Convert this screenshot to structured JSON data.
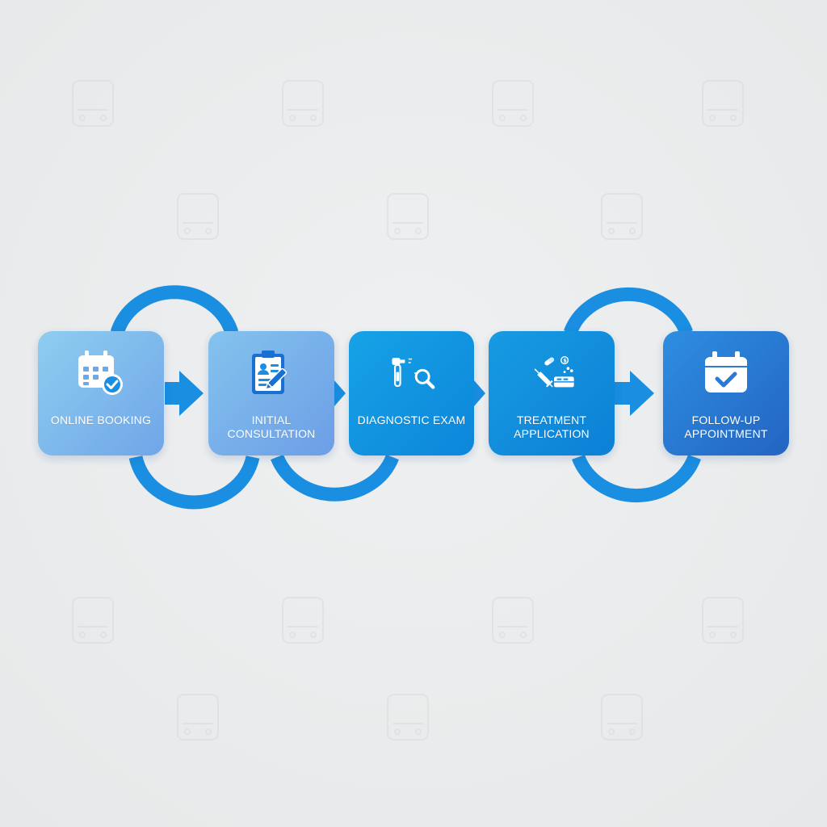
{
  "diagram": {
    "steps": [
      {
        "label": "ONLINE BOOKING",
        "icon": "calendar-check-icon"
      },
      {
        "label": "INITIAL CONSULTATION",
        "icon": "clipboard-pen-icon"
      },
      {
        "label": "DIAGNOSTIC EXAM",
        "icon": "otoscope-magnifier-icon"
      },
      {
        "label": "TREATMENT APPLICATION",
        "icon": "syringe-pills-icon"
      },
      {
        "label": "FOLLOW-UP APPOINTMENT",
        "icon": "calendar-check-icon"
      }
    ],
    "colors": {
      "connector": "#1a8ee0",
      "arrow": "#1a8ee0",
      "background": "#e9ebec"
    }
  }
}
